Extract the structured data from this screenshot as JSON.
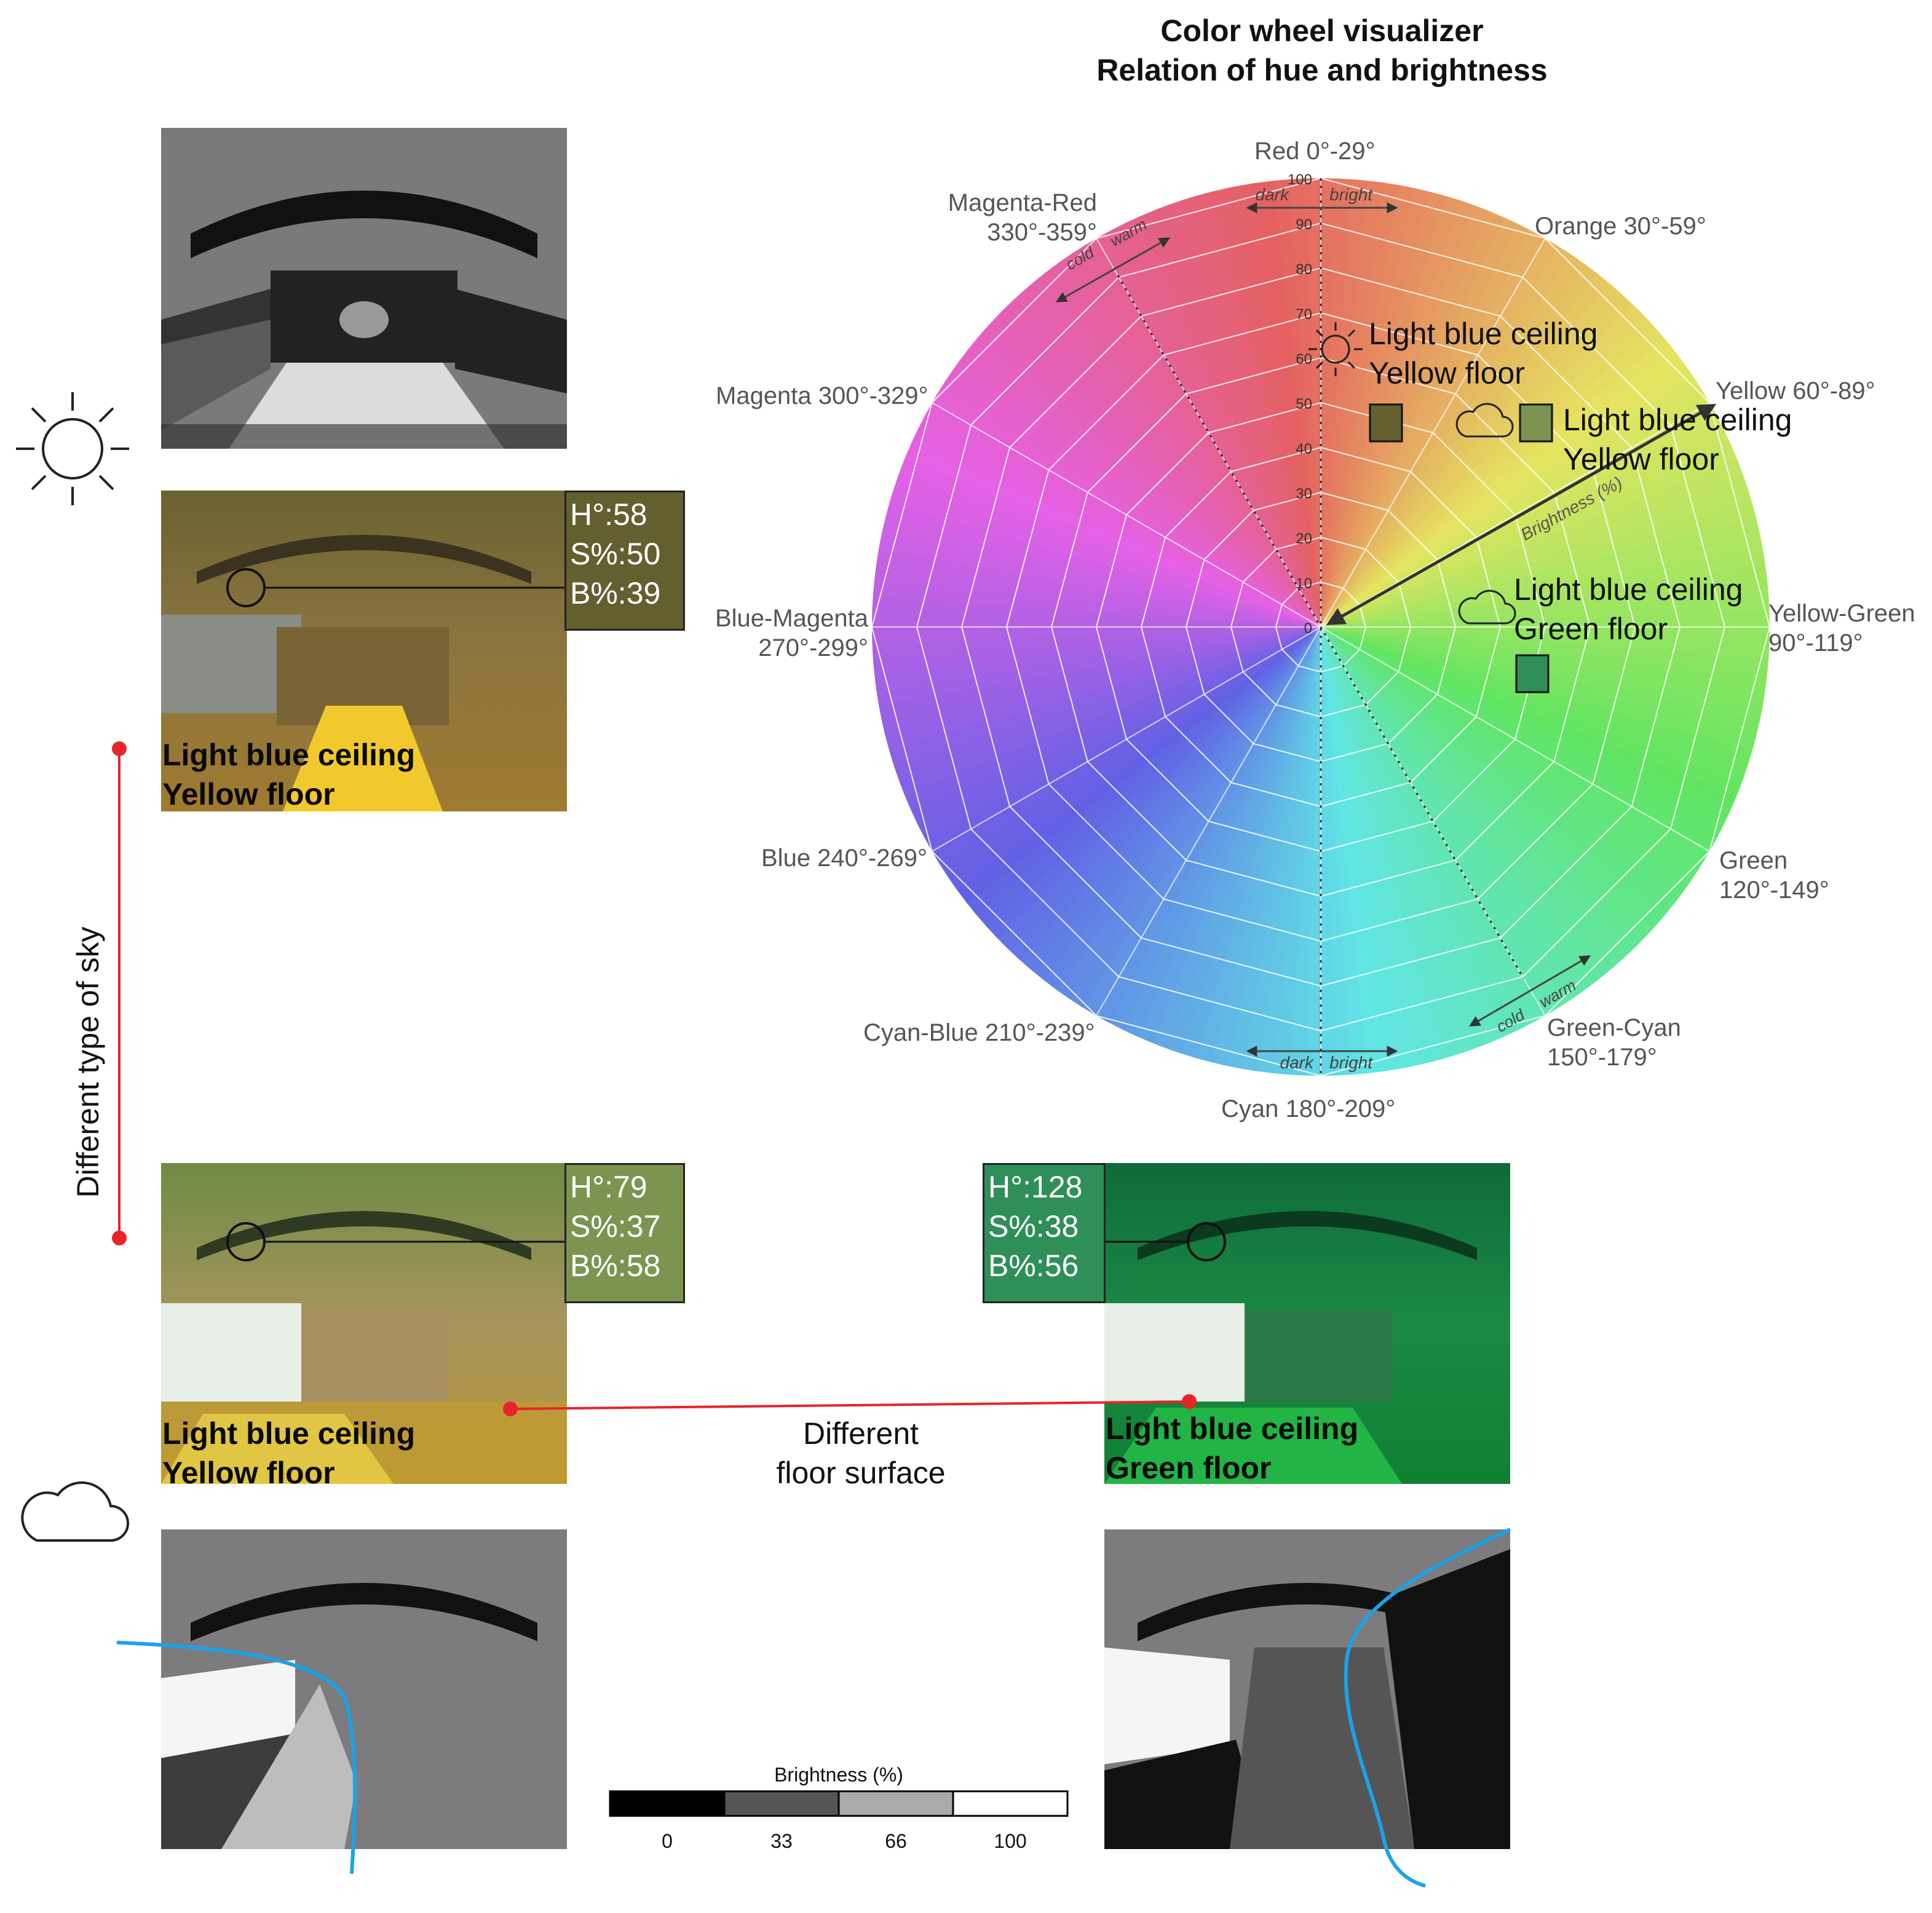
{
  "header": {
    "title_line1": "Color wheel visualizer",
    "title_line2": "Relation of hue and brightness"
  },
  "wheel": {
    "hue_labels": {
      "red": "Red 0°-29°",
      "orange": "Orange 30°-59°",
      "yellow": "Yellow 60°-89°",
      "yellow_green_1": "Yellow-Green",
      "yellow_green_2": "90°-119°",
      "green_1": "Green",
      "green_2": "120°-149°",
      "green_cyan_1": "Green-Cyan",
      "green_cyan_2": "150°-179°",
      "cyan": "Cyan 180°-209°",
      "cyan_blue": "Cyan-Blue 210°-239°",
      "blue": "Blue 240°-269°",
      "blue_magenta_1": "Blue-Magenta",
      "blue_magenta_2": "270°-299°",
      "magenta": "Magenta 300°-329°",
      "magenta_red_1": "Magenta-Red",
      "magenta_red_2": "330°-359°"
    },
    "radial_ticks": [
      "0",
      "10",
      "20",
      "30",
      "40",
      "50",
      "60",
      "70",
      "80",
      "90",
      "100"
    ],
    "dark_label": "dark",
    "bright_label": "bright",
    "cold_label": "cold",
    "warm_label": "warm",
    "axis_label": "Brightness (%)",
    "annotations": [
      {
        "line1": "Light blue ceiling",
        "line2": "Yellow floor",
        "sky": "sun-icon",
        "color": "#645f2f"
      },
      {
        "line1": "Light blue ceiling",
        "line2": "Yellow floor",
        "sky": "cloud-icon",
        "color": "#7c9450"
      },
      {
        "line1": "Light blue ceiling",
        "line2": "Green floor",
        "sky": "cloud-icon",
        "color": "#2e8f57"
      }
    ]
  },
  "panels": {
    "sunny_yellow": {
      "caption_line1": "Light blue ceiling",
      "caption_line2": "Yellow floor",
      "h": "H°:58",
      "s": "S%:50",
      "b": "B%:39",
      "swatch_color": "#645f2f"
    },
    "cloudy_yellow": {
      "caption_line1": "Light blue ceiling",
      "caption_line2": "Yellow floor",
      "h": "H°:79",
      "s": "S%:37",
      "b": "B%:58",
      "swatch_color": "#7c9450"
    },
    "cloudy_green": {
      "caption_line1": "Light blue ceiling",
      "caption_line2": "Green floor",
      "h": "H°:128",
      "s": "S%:38",
      "b": "B%:56",
      "swatch_color": "#2e8f57"
    }
  },
  "connectors": {
    "sky_label": "Different type of sky",
    "floor_label_line1": "Different",
    "floor_label_line2": "floor surface"
  },
  "legend": {
    "title": "Brightness (%)",
    "ticks": [
      "0",
      "33",
      "66",
      "100"
    ],
    "colors": [
      "#000000",
      "#555555",
      "#aaaaaa",
      "#ffffff"
    ]
  },
  "icons": {
    "sky_sunny": "sun-icon",
    "sky_cloudy": "cloud-icon"
  }
}
